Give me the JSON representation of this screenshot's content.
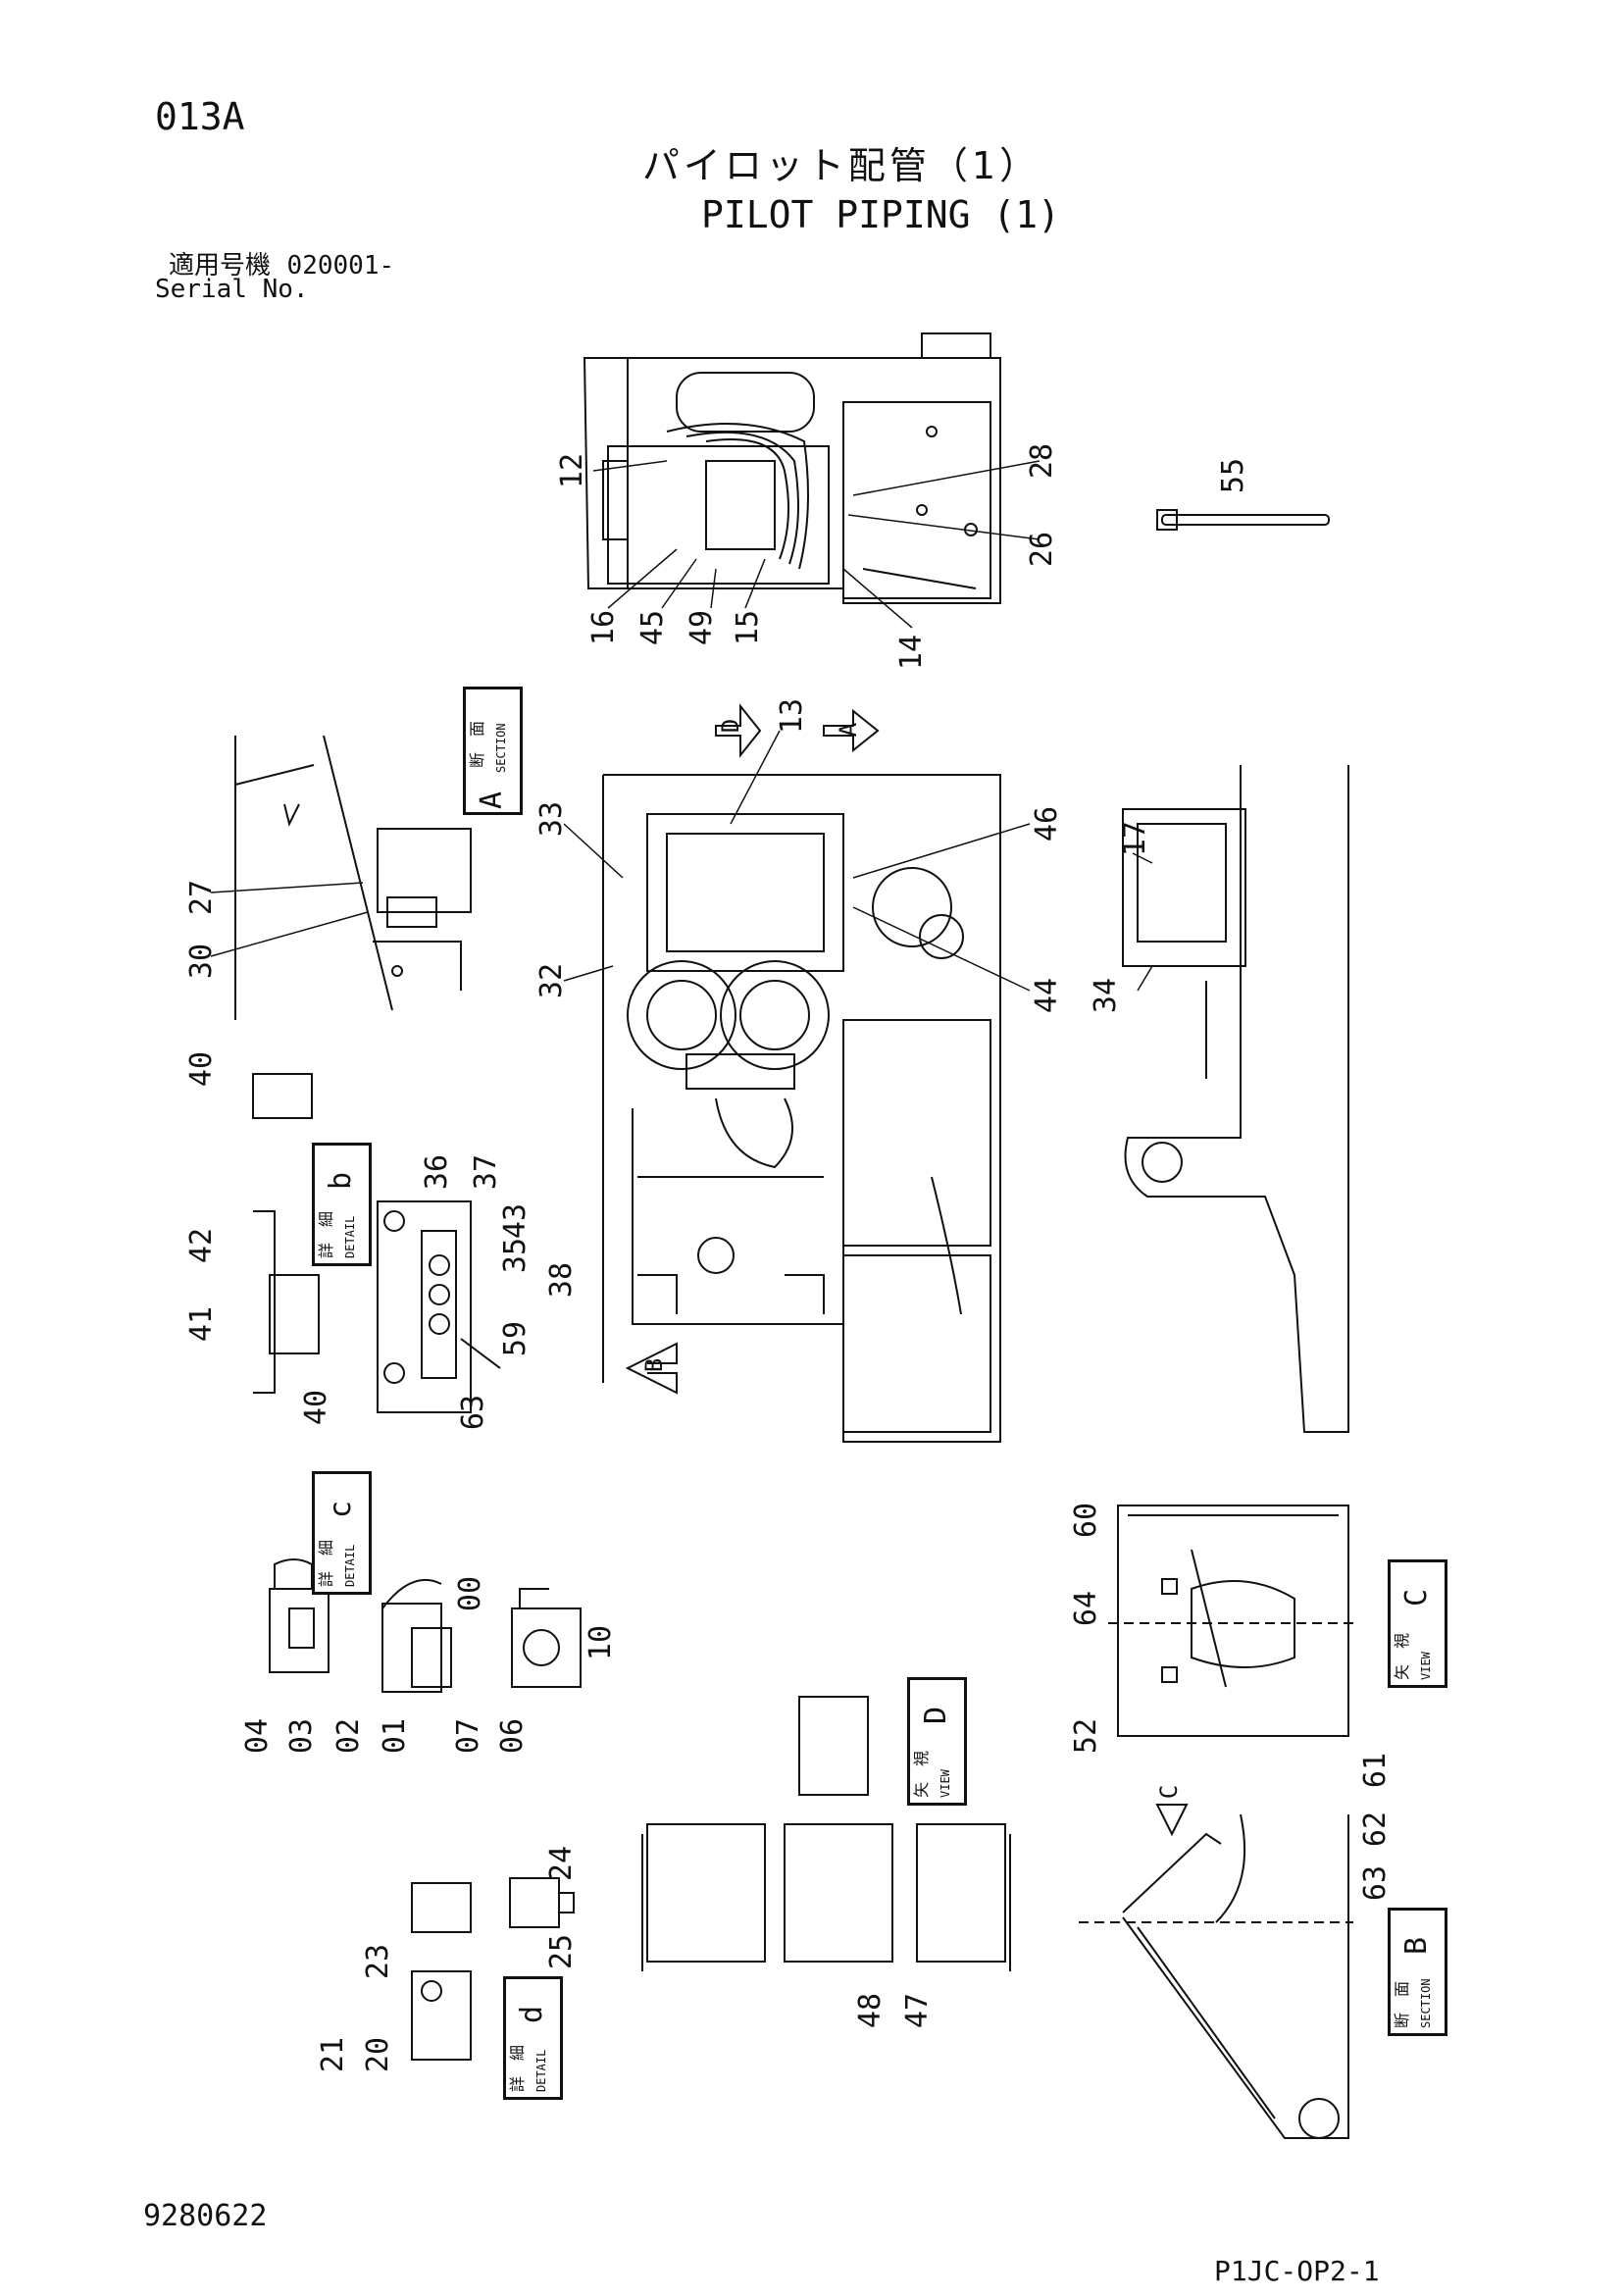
{
  "header": {
    "page_code": "013A",
    "title_jp": "パイロット配管（1）",
    "title_en": "PILOT PIPING (1)",
    "serial_label_jp": "適用号機",
    "serial_value": "020001-",
    "serial_label_en": "Serial No."
  },
  "footer": {
    "doc_number": "9280622",
    "page_ref": "P1JC-OP2-1"
  },
  "callouts": {
    "c12": "12",
    "c28": "28",
    "c26": "26",
    "c16": "16",
    "c45": "45",
    "c49": "49",
    "c15": "15",
    "c14": "14",
    "c55": "55",
    "c13": "13",
    "c33": "33",
    "c46": "46",
    "c17": "17",
    "c27": "27",
    "c30": "30",
    "c32": "32",
    "c44": "44",
    "c34": "34",
    "c40a": "40",
    "c36": "36",
    "c37": "37",
    "c43": "43",
    "c35": "35",
    "c38": "38",
    "c59": "59",
    "c63a": "63",
    "c42": "42",
    "c41": "41",
    "c40b": "40",
    "c00": "00",
    "c10": "10",
    "c04": "04",
    "c03": "03",
    "c02": "02",
    "c01": "01",
    "c07": "07",
    "c06": "06",
    "c60": "60",
    "c64": "64",
    "c52": "52",
    "c24": "24",
    "c25": "25",
    "c23": "23",
    "c21": "21",
    "c20": "20",
    "c48": "48",
    "c47": "47",
    "c61": "61",
    "c62": "62",
    "c63b": "63"
  },
  "labels": {
    "section_a": {
      "jp": "断　面",
      "en": "SECTION",
      "letter": "A"
    },
    "detail_b": {
      "jp": "詳　細",
      "en": "DETAIL",
      "letter": "b"
    },
    "detail_c": {
      "jp": "詳　細",
      "en": "DETAIL",
      "letter": "c"
    },
    "detail_d": {
      "jp": "詳　細",
      "en": "DETAIL",
      "letter": "d"
    },
    "view_c": {
      "jp": "矢　視",
      "en": "VIEW",
      "letter": "C"
    },
    "view_d": {
      "jp": "矢　視",
      "en": "VIEW",
      "letter": "D"
    },
    "section_b": {
      "jp": "断　面",
      "en": "SECTION",
      "letter": "B"
    },
    "arrow_a": "A",
    "arrow_b": "B",
    "arrow_c": "C",
    "arrow_d": "D"
  }
}
